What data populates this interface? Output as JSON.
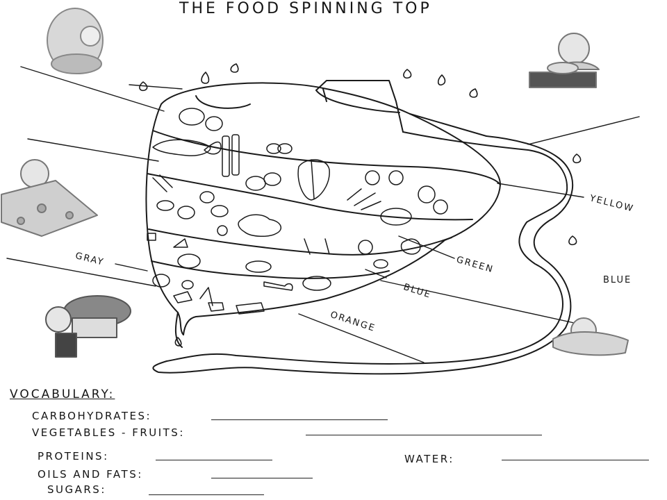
{
  "worksheet": {
    "title": "THE FOOD SPINNING TOP",
    "band_labels": {
      "yellow": "YELLOW",
      "blue_right": "BLUE",
      "green": "GREEN",
      "blue": "BLUE",
      "orange": "ORANGE",
      "gray": "GRAY"
    },
    "vocabulary": {
      "heading": "VOCABULARY:",
      "items": [
        "CARBOHYDRATES:",
        "VEGETABLES - FRUITS:",
        "PROTEINS:",
        "OILS AND FATS:",
        "SUGARS:",
        "WATER:"
      ]
    },
    "illustrations": [
      "child-eating-corn-icon",
      "child-with-bowl-icon",
      "child-with-cheese-icon",
      "child-with-cupcake-icon",
      "child-with-fish-icon"
    ]
  }
}
